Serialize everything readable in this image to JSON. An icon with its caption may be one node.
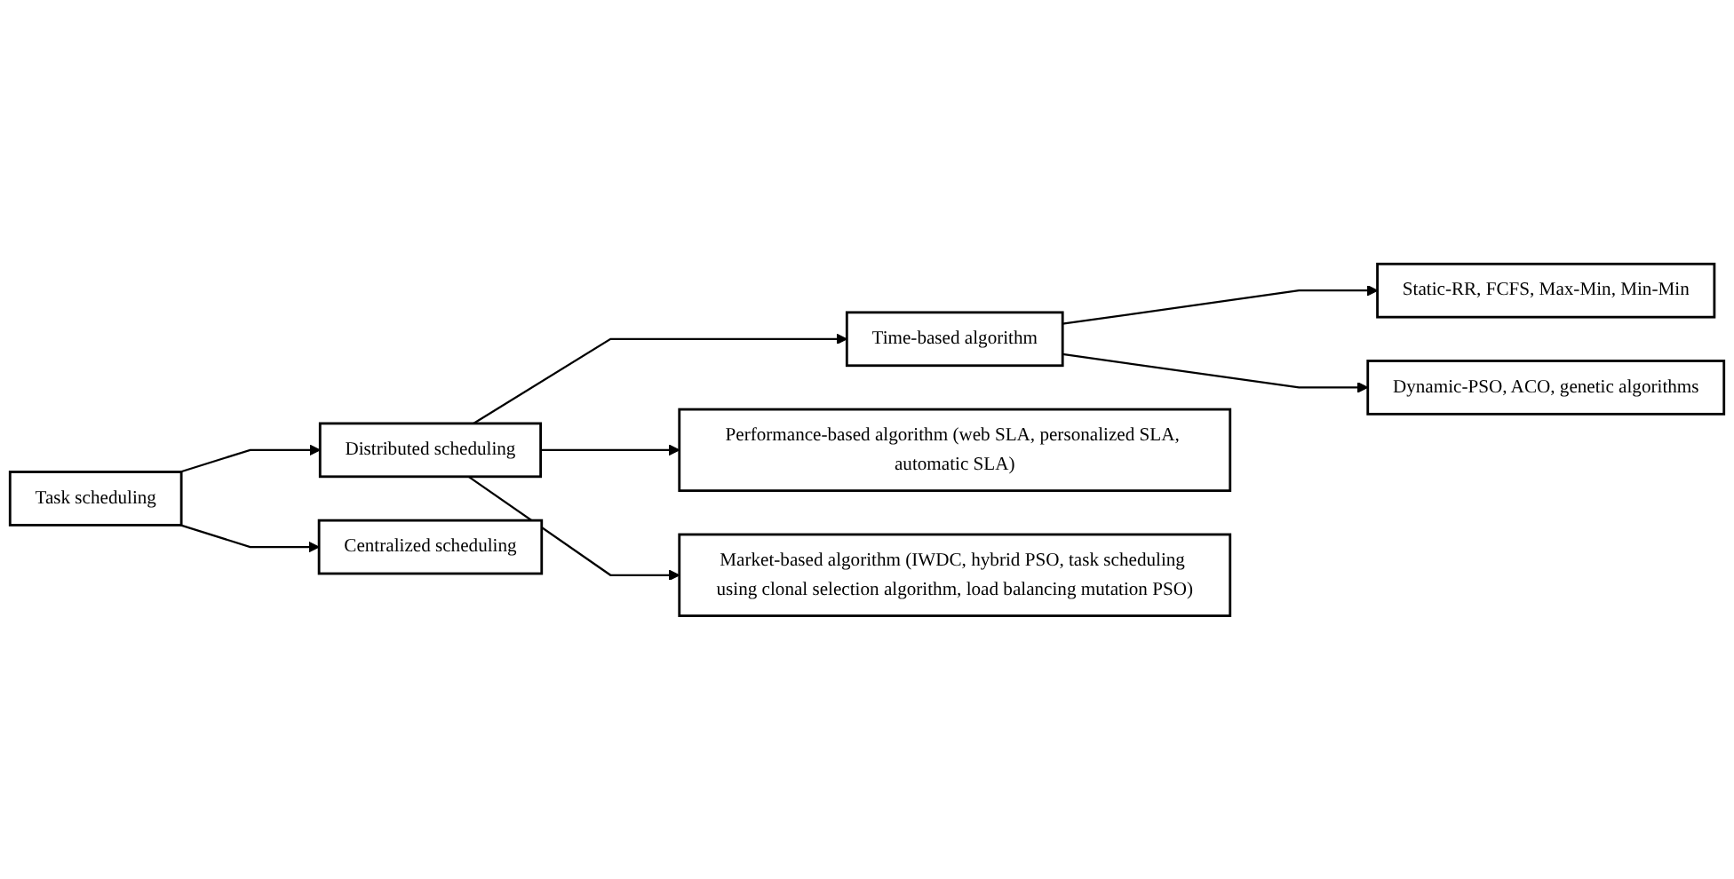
{
  "diagram": {
    "nodes": [
      {
        "text": [
          "Task scheduling"
        ]
      },
      {
        "text": [
          "Distributed scheduling"
        ]
      },
      {
        "text": [
          "Centralized scheduling"
        ]
      },
      {
        "text": [
          "Time-based algorithm"
        ]
      },
      {
        "text": [
          "Static-RR, FCFS, Max-Min, Min-Min"
        ]
      },
      {
        "text": [
          "Dynamic-PSO, ACO, genetic algorithms"
        ]
      },
      {
        "text": [
          "Performance-based algorithm (web SLA, personalized SLA, automatic SLA)"
        ]
      },
      {
        "text": [
          "Market-based algorithm (IWDC, hybrid PSO, task scheduling using clonal selection algorithm, load balancing mutation PSO)"
        ]
      }
    ],
    "edges": [
      {
        "from": 0,
        "to": 1,
        "arrow": "to"
      },
      {
        "from": 0,
        "to": 2,
        "arrow": "to"
      },
      {
        "from": 1,
        "to": 3,
        "arrow": "to"
      },
      {
        "from": 3,
        "to": 4,
        "arrow": "to"
      },
      {
        "from": 3,
        "to": 5,
        "arrow": "to"
      },
      {
        "from": 1,
        "to": 6,
        "arrow": "to"
      },
      {
        "from": 1,
        "to": 7,
        "arrow": "to"
      }
    ]
  }
}
